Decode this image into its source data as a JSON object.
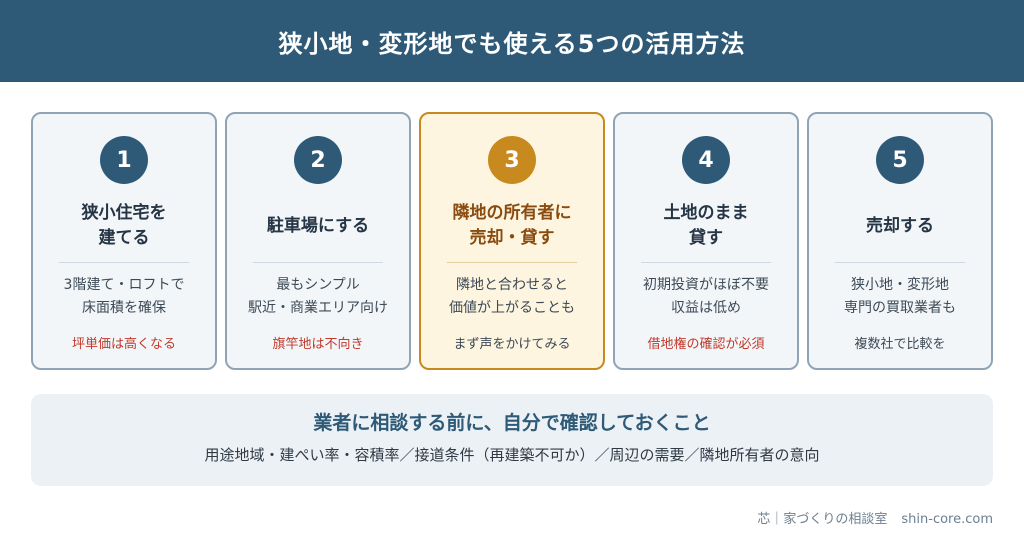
{
  "header": {
    "title": "狭小地・変形地でも使える5つの活用方法"
  },
  "cards": [
    {
      "number": "1",
      "title_lines": [
        "狭小住宅を",
        "建てる"
      ],
      "desc_lines": [
        "3階建て・ロフトで",
        "床面積を確保"
      ],
      "note": "坪単価は高くなる"
    },
    {
      "number": "2",
      "title_lines": [
        "駐車場にする"
      ],
      "desc_lines": [
        "最もシンプル",
        "駅近・商業エリア向け"
      ],
      "note": "旗竿地は不向き"
    },
    {
      "number": "3",
      "title_lines": [
        "隣地の所有者に",
        "売却・貸す"
      ],
      "desc_lines": [
        "隣地と合わせると",
        "価値が上がることも"
      ],
      "note": "まず声をかけてみる"
    },
    {
      "number": "4",
      "title_lines": [
        "土地のまま",
        "貸す"
      ],
      "desc_lines": [
        "初期投資がほぼ不要",
        "収益は低め"
      ],
      "note": "借地権の確認が必須"
    },
    {
      "number": "5",
      "title_lines": [
        "売却する"
      ],
      "desc_lines": [
        "狭小地・変形地",
        "専門の買取業者も"
      ],
      "note": "複数社で比較を"
    }
  ],
  "check": {
    "title": "業者に相談する前に、自分で確認しておくこと",
    "body": "用途地域・建ぺい率・容積率／接道条件（再建築不可か）／周辺の需要／隣地所有者の意向"
  },
  "footer": {
    "brand": "芯｜家づくりの相談室",
    "url": "shin-core.com"
  }
}
